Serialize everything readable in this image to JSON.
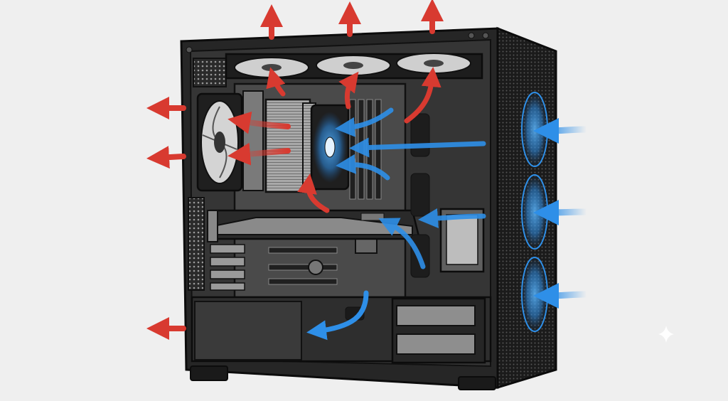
{
  "scene": {
    "subject": "pc-case-airflow",
    "colors": {
      "background": "#efefef",
      "case_body": "#262626",
      "case_panel": "#3a3a3a",
      "outline": "#0c0c0c",
      "metal_light": "#b9b9b9",
      "metal_mid": "#8d8d8d",
      "intake_blue": "#2e8fe8",
      "intake_glow": "#39a7ff",
      "exhaust_red": "#d83a30"
    },
    "icons": {
      "exhaust": "arrow-up-red",
      "intake": "arrow-left-blue",
      "watermark": "sparkle-icon"
    }
  }
}
